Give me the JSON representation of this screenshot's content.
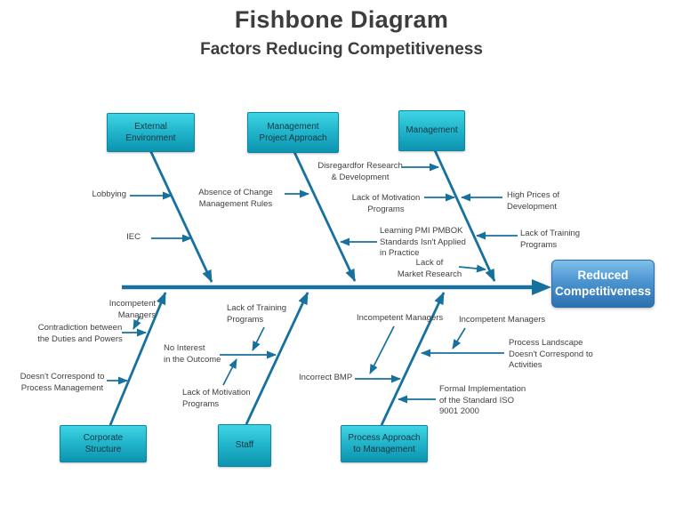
{
  "title": "Fishbone Diagram",
  "subtitle": "Factors Reducing Competitiveness",
  "effect": {
    "label": "Reduced\nCompetitiveness"
  },
  "categories": {
    "external_environment": {
      "label": "External\nEnvironment"
    },
    "management_project_approach": {
      "label": "Management\nProject Approach"
    },
    "management": {
      "label": "Management"
    },
    "corporate_structure": {
      "label": "Corporate\nStructure"
    },
    "staff": {
      "label": "Staff"
    },
    "process_approach": {
      "label": "Process Approach\nto Management"
    }
  },
  "causes": {
    "lobbying": {
      "label": "Lobbying",
      "category": "External Environment"
    },
    "iec": {
      "label": "IEC",
      "category": "External Environment"
    },
    "absence_of_change_management_rules": {
      "label": "Absence of Change\nManagement Rules",
      "category": "Management Project Approach"
    },
    "learning_pmi_pmbok_not_applied": {
      "label": "Learning PMI PMBOK\nStandards Isn't Applied\nin Practice",
      "category": "Management Project Approach"
    },
    "disregard_for_research_and_development": {
      "label": "Disregardfor Research\n& Development",
      "category": "Management"
    },
    "lack_of_motivation_programs_management": {
      "label": "Lack of Motivation\nPrograms",
      "category": "Management"
    },
    "high_prices_of_development": {
      "label": "High Prices of\nDevelopment",
      "category": "Management"
    },
    "lack_of_training_programs_management": {
      "label": "Lack of Training\nPrograms",
      "category": "Management"
    },
    "lack_of_market_research": {
      "label": "Lack of\nMarket Research",
      "category": "Management"
    },
    "incompetent_managers_corporate": {
      "label": "Incompetent\nManagers",
      "category": "Corporate Structure"
    },
    "contradiction_between_duties_and_powers": {
      "label": "Contradiction between\nthe Duties and Powers",
      "category": "Corporate Structure"
    },
    "doesnt_correspond_to_process_management": {
      "label": "Doesn't Correspond to\nProcess Management",
      "category": "Corporate Structure"
    },
    "lack_of_training_programs_staff": {
      "label": "Lack of Training\nPrograms",
      "category": "Staff"
    },
    "no_interest_in_the_outcome": {
      "label": "No Interest\nin the Outcome",
      "category": "Staff"
    },
    "lack_of_motivation_programs_staff": {
      "label": "Lack of Motivation\nPrograms",
      "category": "Staff"
    },
    "incorrect_bmp": {
      "label": "Incorrect BMP",
      "category": "Process Approach to Management"
    },
    "incompetent_managers_process_left": {
      "label": "Incompetent Managers",
      "category": "Process Approach to Management"
    },
    "incompetent_managers_process_right": {
      "label": "Incompetent Managers",
      "category": "Process Approach to Management"
    },
    "process_landscape_doesnt_correspond": {
      "label": "Process Landscape\nDoesn't Correspond to\nActivities",
      "category": "Process Approach to Management"
    },
    "formal_implementation_iso_9001_2000": {
      "label": "Formal Implementation\nof the Standard ISO\n9001 2000",
      "category": "Process Approach to Management"
    }
  },
  "colors": {
    "line": "#16719e",
    "category_box_top": "#3fd4e4",
    "category_box_bottom": "#0c93af",
    "effect_box_top": "#7fc0ea",
    "effect_box_bottom": "#2d72b0",
    "label_text": "#3f3f3f",
    "title_text": "#3d3d3d"
  }
}
